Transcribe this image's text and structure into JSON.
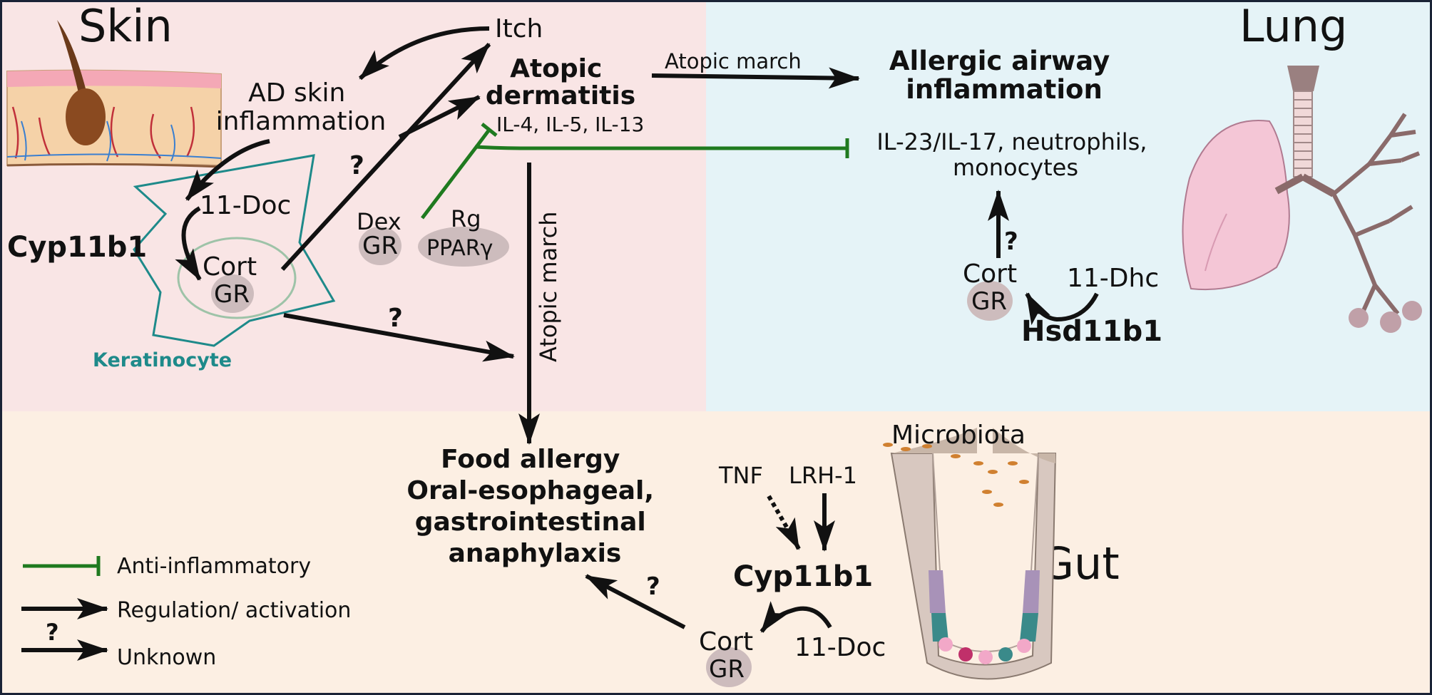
{
  "regions": {
    "skin": "Skin",
    "lung": "Lung",
    "gut": "Gut"
  },
  "skin": {
    "itch": "Itch",
    "ad_skin_inflammation": [
      "AD skin",
      "inflammation"
    ],
    "atopic_dermatitis": [
      "Atopic",
      "dermatitis"
    ],
    "interleukins": "IL-4, IL-5, IL-13",
    "doc": "11-Doc",
    "cyp11b1": "Cyp11b1",
    "cort": "Cort",
    "gr": "GR",
    "keratinocyte": "Keratinocyte",
    "dex": "Dex",
    "dex_gr": "GR",
    "rg": "Rg",
    "ppar": "PPARγ",
    "unknown_mark": "?"
  },
  "lung": {
    "allergic_airway": [
      "Allergic airway",
      "inflammation"
    ],
    "il23": [
      "IL-23/IL-17, neutrophils,",
      "monocytes"
    ],
    "cort": "Cort",
    "gr": "GR",
    "dhc": "11-Dhc",
    "hsd11b1": "Hsd11b1",
    "unknown_mark": "?"
  },
  "gut": {
    "microbiota": "Microbiota",
    "tnf": "TNF",
    "lrh1": "LRH-1",
    "cyp11b1": "Cyp11b1",
    "cort": "Cort",
    "gr": "GR",
    "doc": "11-Doc",
    "food_allergy": [
      "Food allergy",
      "Oral-esophageal,",
      "gastrointestinal",
      "anaphylaxis"
    ],
    "unknown_mark": "?"
  },
  "arrows": {
    "atopic_march_horizontal": "Atopic march",
    "atopic_march_vertical": "Atopic march"
  },
  "legend": {
    "anti_inflammatory": "Anti-inflammatory",
    "regulation": "Regulation/ activation",
    "unknown": "Unknown",
    "unknown_mark": "?"
  },
  "colors": {
    "skin_bg": "#f9e5e5",
    "lung_bg": "#e5f3f7",
    "gut_bg": "#fcefe3",
    "frame": "#1a2336",
    "inhibition": "#1f7a1f",
    "keratinocyte": "#1e8a8a",
    "receptor": "#cdbcbd"
  }
}
